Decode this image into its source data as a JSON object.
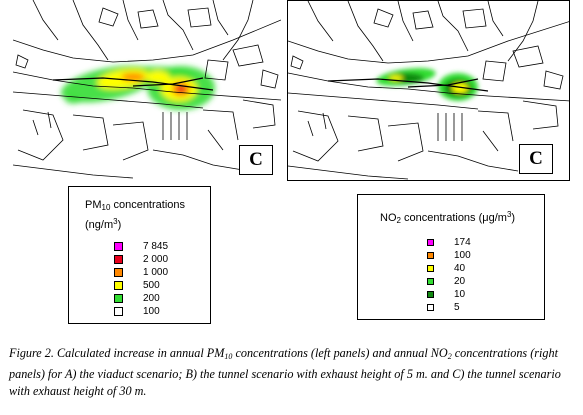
{
  "maps": {
    "left": {
      "label": "C"
    },
    "right": {
      "label": "C"
    }
  },
  "legend_pm10": {
    "title_main": "PM",
    "title_sub": "10",
    "title_rest": " concentrations",
    "unit_main": "(ng/m",
    "unit_sup": "3",
    "unit_end": ")",
    "rows": [
      {
        "value": "7 845",
        "color": "#ff00ff"
      },
      {
        "value": "2 000",
        "color": "#e8001c"
      },
      {
        "value": "1 000",
        "color": "#ff8800"
      },
      {
        "value": "500",
        "color": "#ffff00"
      },
      {
        "value": "200",
        "color": "#33dd33"
      },
      {
        "value": "100",
        "color": "#ffffff"
      }
    ]
  },
  "legend_no2": {
    "title_main": "NO",
    "title_sub": "2",
    "title_rest": " concentrations (μg/m",
    "title_sup": "3",
    "title_end": ")",
    "rows": [
      {
        "value": "174",
        "color": "#ff00ff"
      },
      {
        "value": "100",
        "color": "#ff8800"
      },
      {
        "value": "40",
        "color": "#ffff00"
      },
      {
        "value": "20",
        "color": "#33dd33"
      },
      {
        "value": "10",
        "color": "#118811"
      },
      {
        "value": "5",
        "color": "#ffffff"
      }
    ]
  },
  "caption": {
    "part1": "Figure 2. Calculated increase in annual PM",
    "sub1": "10",
    "part2": " concentrations (left panels) and annual NO",
    "sub2": "2",
    "part3": " concentrations (right panels) for A) the viaduct scenario; B) the tunnel scenario with exhaust height of 5 m. and C) the tunnel scenario with exhaust height of 30 m."
  }
}
